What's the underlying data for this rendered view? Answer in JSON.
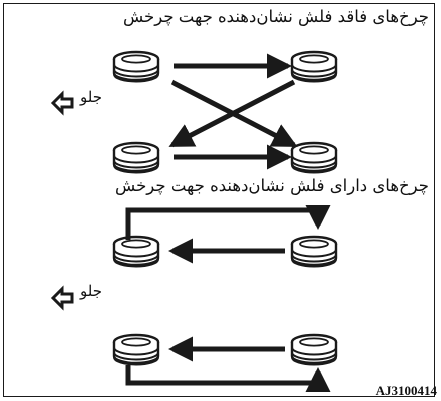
{
  "diagram": {
    "title_non_directional": "چرخ‌های فاقد فلش نشان‌دهنده جهت چرخش",
    "title_directional": "چرخ‌های دارای فلش نشان‌دهنده جهت چرخش",
    "front_label": "جلو",
    "figure_code": "AJ3100414"
  },
  "colors": {
    "ink": "#1a1a1a",
    "tire_face": "#ffffff",
    "background": "#ffffff"
  }
}
